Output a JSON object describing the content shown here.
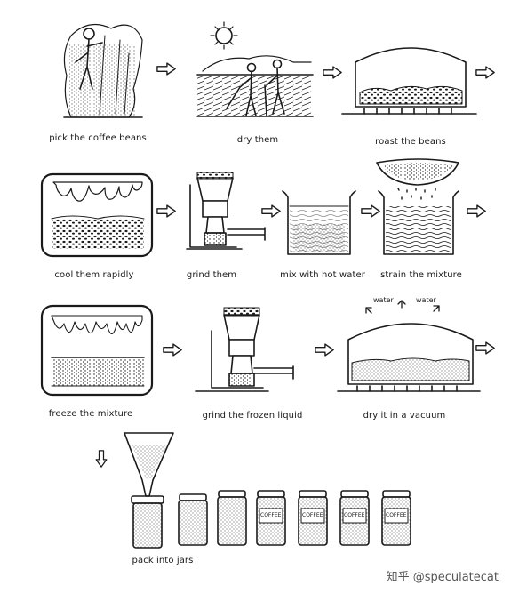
{
  "steps": [
    {
      "label": "pick the coffee beans"
    },
    {
      "label": "dry them"
    },
    {
      "label": "roast the beans"
    },
    {
      "label": "cool them rapidly"
    },
    {
      "label": "grind them"
    },
    {
      "label": "mix with hot water"
    },
    {
      "label": "strain the mixture"
    },
    {
      "label": "freeze the mixture"
    },
    {
      "label": "grind the frozen liquid"
    },
    {
      "label": "dry it in a vacuum"
    },
    {
      "label": "pack into jars"
    }
  ],
  "vacuum_annotations": [
    "water",
    "water"
  ],
  "jar_label": "COFFEE",
  "watermark": "知乎 @speculatecat",
  "ink_color": "#1a1a1a"
}
